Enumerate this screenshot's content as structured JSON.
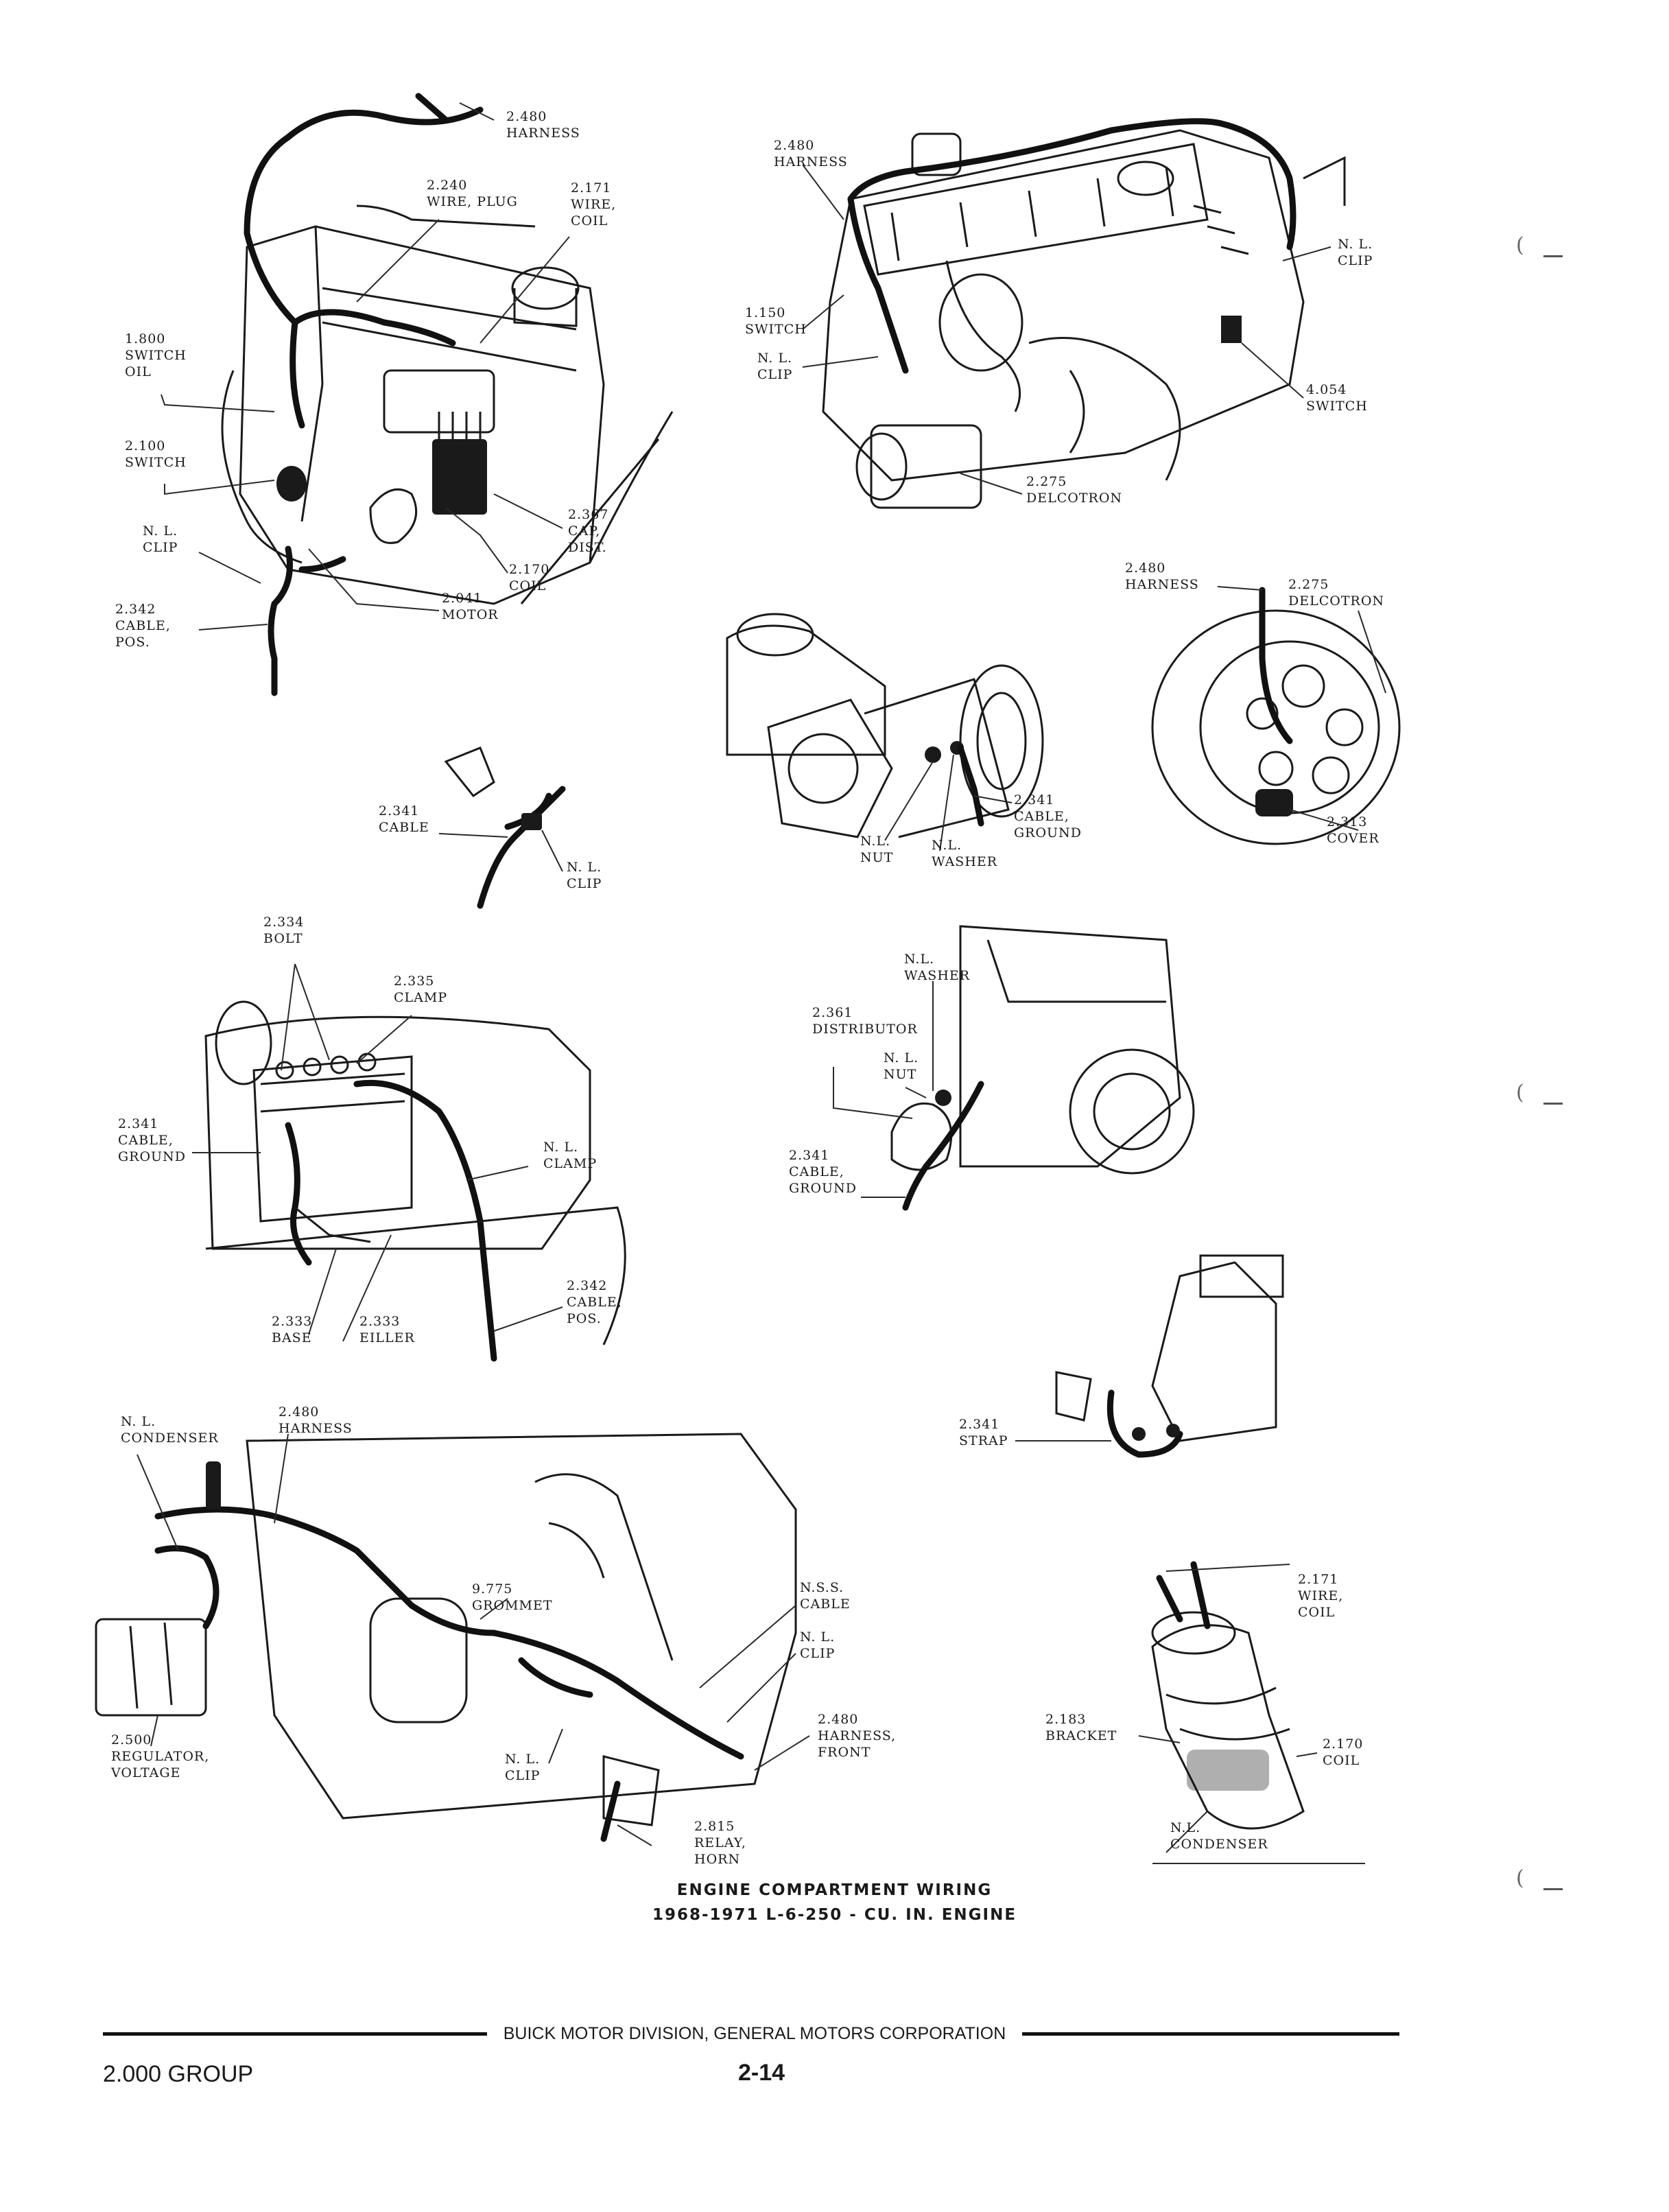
{
  "diagram": {
    "caption_line1": "ENGINE COMPARTMENT WIRING",
    "caption_line2": "1968-1971 L-6-250 - CU. IN. ENGINE",
    "labels": {
      "tl_harness": "2.480\nHARNESS",
      "tl_wire_plug": "2.240\nWIRE, PLUG",
      "tl_wire_coil": "2.171\nWIRE,\nCOIL",
      "tl_switch_oil": "1.800\nSWITCH\nOIL",
      "tl_switch": "2.100\nSWITCH",
      "tl_clip": "N. L.\nCLIP",
      "tl_cable_pos": "2.342\nCABLE,\nPOS.",
      "tl_motor": "2.041\nMOTOR",
      "tl_coil": "2.170\nCOIL",
      "tl_cap_dist": "2.367\nCAP,\nDIST.",
      "tr_harness": "2.480\nHARNESS",
      "tr_switch": "1.150\nSWITCH",
      "tr_clip_left": "N. L.\nCLIP",
      "tr_clip_right": "N. L.\nCLIP",
      "tr_switch_4054": "4.054\nSWITCH",
      "tr_delcotron": "2.275\nDELCOTRON",
      "cable_clip_cable": "2.341\nCABLE",
      "cable_clip_clip": "N. L.\nCLIP",
      "starter_nut": "N.L.\nNUT",
      "starter_washer": "N.L.\nWASHER",
      "starter_cable_ground": "2.341\nCABLE,\nGROUND",
      "alt_harness": "2.480\nHARNESS",
      "alt_delcotron": "2.275\nDELCOTRON",
      "alt_cover": "2.313\nCOVER",
      "bat_bolt": "2.334\nBOLT",
      "bat_clamp": "2.335\nCLAMP",
      "bat_cable_ground": "2.341\nCABLE,\nGROUND",
      "bat_nl_clamp": "N. L.\nCLAMP",
      "bat_base": "2.333\nBASE",
      "bat_filler": "2.333\nEILLER",
      "bat_cable_pos": "2.342\nCABLE,\nPOS.",
      "dist_washer": "N.L.\nWASHER",
      "dist_distributor": "2.361\nDISTRIBUTOR",
      "dist_nut": "N. L.\nNUT",
      "dist_cable_ground": "2.341\nCABLE,\nGROUND",
      "strap": "2.341\nSTRAP",
      "bl_condenser": "N. L.\nCONDENSER",
      "bl_harness": "2.480\nHARNESS",
      "bl_grommet": "9.775\nGROMMET",
      "bl_nss_cable": "N.S.S.\nCABLE",
      "bl_clip_right": "N. L.\nCLIP",
      "bl_harness_front": "2.480\nHARNESS,\nFRONT",
      "bl_regulator": "2.500\nREGULATOR,\nVOLTAGE",
      "bl_clip_mid": "N. L.\nCLIP",
      "bl_relay_horn": "2.815\nRELAY,\nHORN",
      "coil_wire": "2.171\nWIRE,\nCOIL",
      "coil_bracket": "2.183\nBRACKET",
      "coil_coil": "2.170\nCOIL",
      "coil_condenser": "N.L.\nCONDENSER"
    }
  },
  "footer": {
    "publisher": "BUICK MOTOR DIVISION, GENERAL MOTORS CORPORATION",
    "group": "2.000 GROUP",
    "page": "2-14"
  }
}
